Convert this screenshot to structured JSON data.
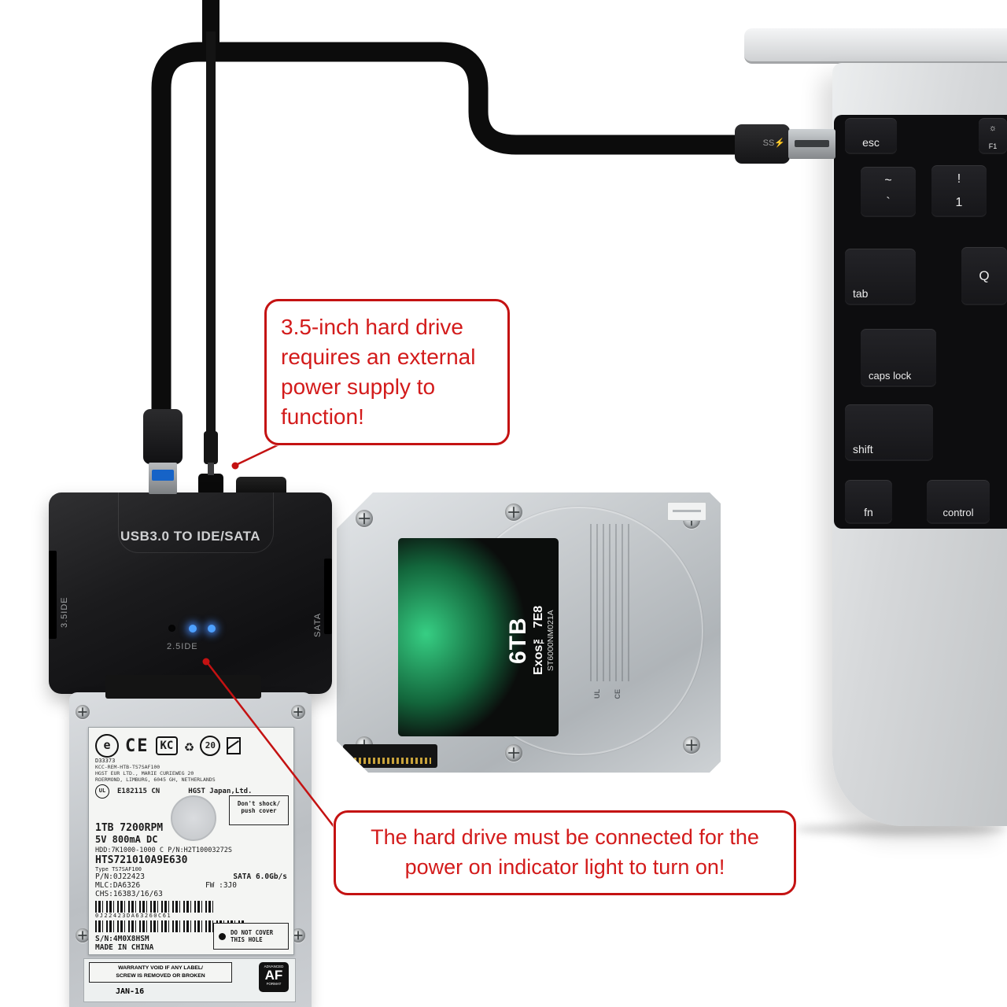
{
  "annotations": {
    "power_note": "3.5-inch hard drive requires an external power supply to function!",
    "indicator_note": "The hard drive must be connected for the power on indicator light to turn on!"
  },
  "adapter": {
    "title": "USB3.0 TO IDE/SATA",
    "port_35": "3.5IDE",
    "port_sata": "SATA",
    "port_25": "2.5IDE"
  },
  "usb_plug": {
    "marking": "SS⚡"
  },
  "laptop": {
    "keys": {
      "esc": "esc",
      "f1": "F1",
      "tilde_top": "~",
      "tilde_bottom": "`",
      "one_top": "!",
      "one_bottom": "1",
      "tab": "tab",
      "q": "Q",
      "caps": "caps lock",
      "shift": "shift",
      "fn": "fn",
      "control": "control"
    }
  },
  "drive_35": {
    "capacity": "6TB",
    "family": "Exos™ 7E8",
    "model": "ST6000NM021A",
    "mark_ul": "UL",
    "mark_ce": "CE"
  },
  "drive_25": {
    "reg_id": "D33373",
    "ce": "CE",
    "kc": "KC",
    "rohs": "20",
    "kcc_line": "KCC-REM-HTB-TS7SAF100",
    "address1": "HGST EUR LTD., MARIE CURIEWEG 20",
    "address2": "ROERMOND, LIMBURG, 6045 GH, NETHERLANDS",
    "ul_text": "UL",
    "ul_file": "E182115 CN",
    "maker": "HGST Japan,Ltd.",
    "shock_line1": "Don't shock/",
    "shock_line2": "push cover",
    "capacity_line": "1TB 7200RPM",
    "power_line": "5V 800mA DC",
    "hdd_line": "HDD:7K1000-1000  C P/N:H2T10003272S",
    "model": "HTS721010A9E630",
    "type_line": "Type TS7SAF100",
    "pn": "P/N:0J22423",
    "sata": "SATA 6.0Gb/s",
    "mlc": "MLC:DA6326",
    "fw": "FW :3J0",
    "chs": "CHS:16383/16/63",
    "barcode_text": "0J22423DA63260C61",
    "sn": "S/N:4M0X8HSM",
    "origin": "MADE IN CHINA",
    "hole_line1": "DO NOT COVER",
    "hole_line2": "THIS HOLE",
    "warranty_line1": "WARRANTY VOID IF ANY LABEL/",
    "warranty_line2": "SCREW IS REMOVED OR BROKEN",
    "date_code": "JAN-16",
    "af": "AF",
    "af_top": "ADVANCED",
    "af_bottom": "FORMAT"
  }
}
